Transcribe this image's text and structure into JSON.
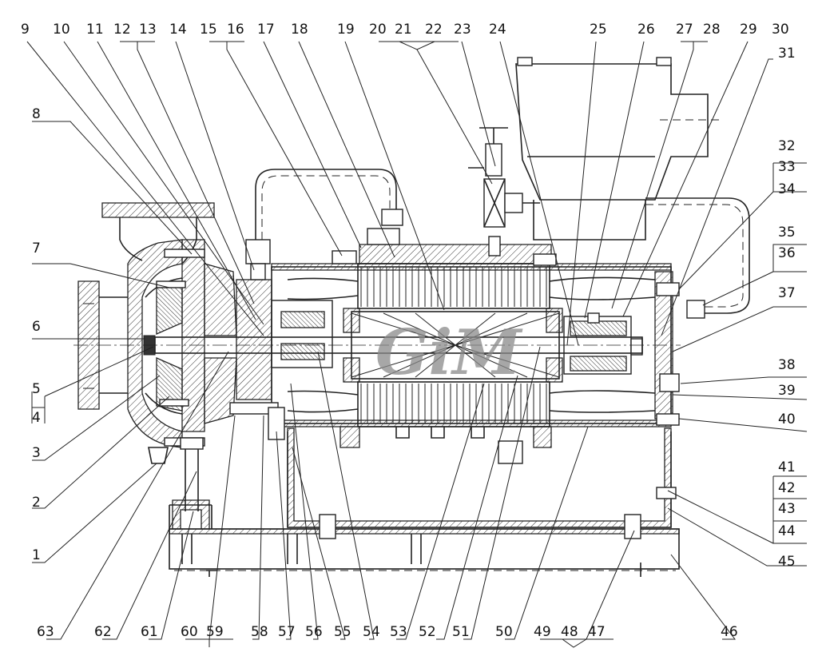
{
  "watermark": "GiM",
  "callouts_top": [
    "9",
    "10",
    "11",
    "12",
    "13",
    "14",
    "15",
    "16",
    "17",
    "18",
    "19",
    "20",
    "21",
    "22",
    "23",
    "24",
    "25",
    "26",
    "27",
    "28",
    "29",
    "30"
  ],
  "callouts_right": [
    "31",
    "32",
    "33",
    "34",
    "35",
    "36",
    "37",
    "38",
    "39",
    "40",
    "41",
    "42",
    "43",
    "44",
    "45"
  ],
  "callouts_left": [
    "8",
    "7",
    "6",
    "5",
    "4",
    "3",
    "2",
    "1"
  ],
  "callouts_bottom": [
    "63",
    "62",
    "61",
    "60",
    "59",
    "58",
    "57",
    "56",
    "55",
    "54",
    "53",
    "52",
    "51",
    "50",
    "49",
    "48",
    "47",
    "46"
  ]
}
